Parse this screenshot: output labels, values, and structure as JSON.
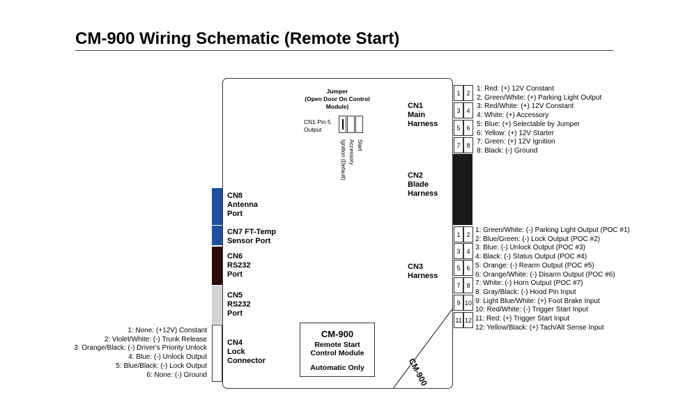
{
  "title": "CM-900 Wiring Schematic (Remote Start)",
  "jumper": {
    "heading": "Jumper\n(Open Door On Control\nModule)",
    "pin_label": "CN1 Pin 5\nOutput",
    "options": [
      "Start",
      "Accessory",
      "Ignition (Default)"
    ]
  },
  "connectors": {
    "cn1": "CN1\nMain\nHarness",
    "cn2": "CN2\nBlade\nHarness",
    "cn3": "CN3\nHarness",
    "cn4": "CN4\nLock\nConnector",
    "cn5": "CN5\nRS232\nPort",
    "cn6": "CN6\nRS232\nPort",
    "cn7": "CN7 FT-Temp\nSensor Port",
    "cn8": "CN8\nAntenna\nPort"
  },
  "module": {
    "name": "CM-900",
    "line1": "Remote Start",
    "line2": "Control Module",
    "line3": "Automatic Only",
    "corner_label": "CM-900"
  },
  "cn1_pins": [
    "1",
    "2",
    "3",
    "4",
    "5",
    "6",
    "7",
    "8"
  ],
  "cn1_wires": [
    "1: Red: (+) 12V Constant",
    "2: Green/White: (+) Parking Light Output",
    "3: Red/White: (+) 12V Constant",
    "4: White: (+) Accessory",
    "5: Blue: (+) Selectable by Jumper",
    "6: Yellow: (+) 12V Starter",
    "7: Green: (+) 12V Ignition",
    "8: Black: (-) Ground"
  ],
  "cn3_pins": [
    "1",
    "2",
    "3",
    "4",
    "5",
    "6",
    "7",
    "8",
    "9",
    "10",
    "11",
    "12"
  ],
  "cn3_wires": [
    "1: Green/White: (-) Parking Light Output (POC #1)",
    "2: Blue/Green: (-) Lock Output (POC #2)",
    "3: Blue: (-) Unlock Output (POC #3)",
    "4: Black: (-) Status Output (POC #4)",
    "5: Orange: (-) Rearm Output (POC #5)",
    "6: Orange/White: (-) Disarm Output (POC #6)",
    "7: White: (-) Horn Output (POC #7)",
    "8: Gray/Black: (-) Hood Pin Input",
    "9: Light Blue/White: (+) Foot Brake Input",
    "10: Red/White: (-) Trigger Start Input",
    "11: Red: (+) Trigger Start Input",
    "12: Yellow/Black: (+) Tach/Alt Sense Input"
  ],
  "cn4_wires": [
    "1: None: (+12V) Constant",
    "2: Violet/White: (-) Trunk Release",
    "3: Orange/Black: (-) Driver's Priority Unlock",
    "4: Blue: (-) Unlock Output",
    "5: Blue/Black: (-) Lock Output",
    "6: None: (-) Ground"
  ],
  "colors": {
    "cn8_port": "#1f4fa0",
    "cn7_port": "#1f4fa0",
    "cn6_port": "#2a0a08",
    "cn5_port": "#d4d4d4",
    "cn2_block": "#1a1a1a"
  }
}
